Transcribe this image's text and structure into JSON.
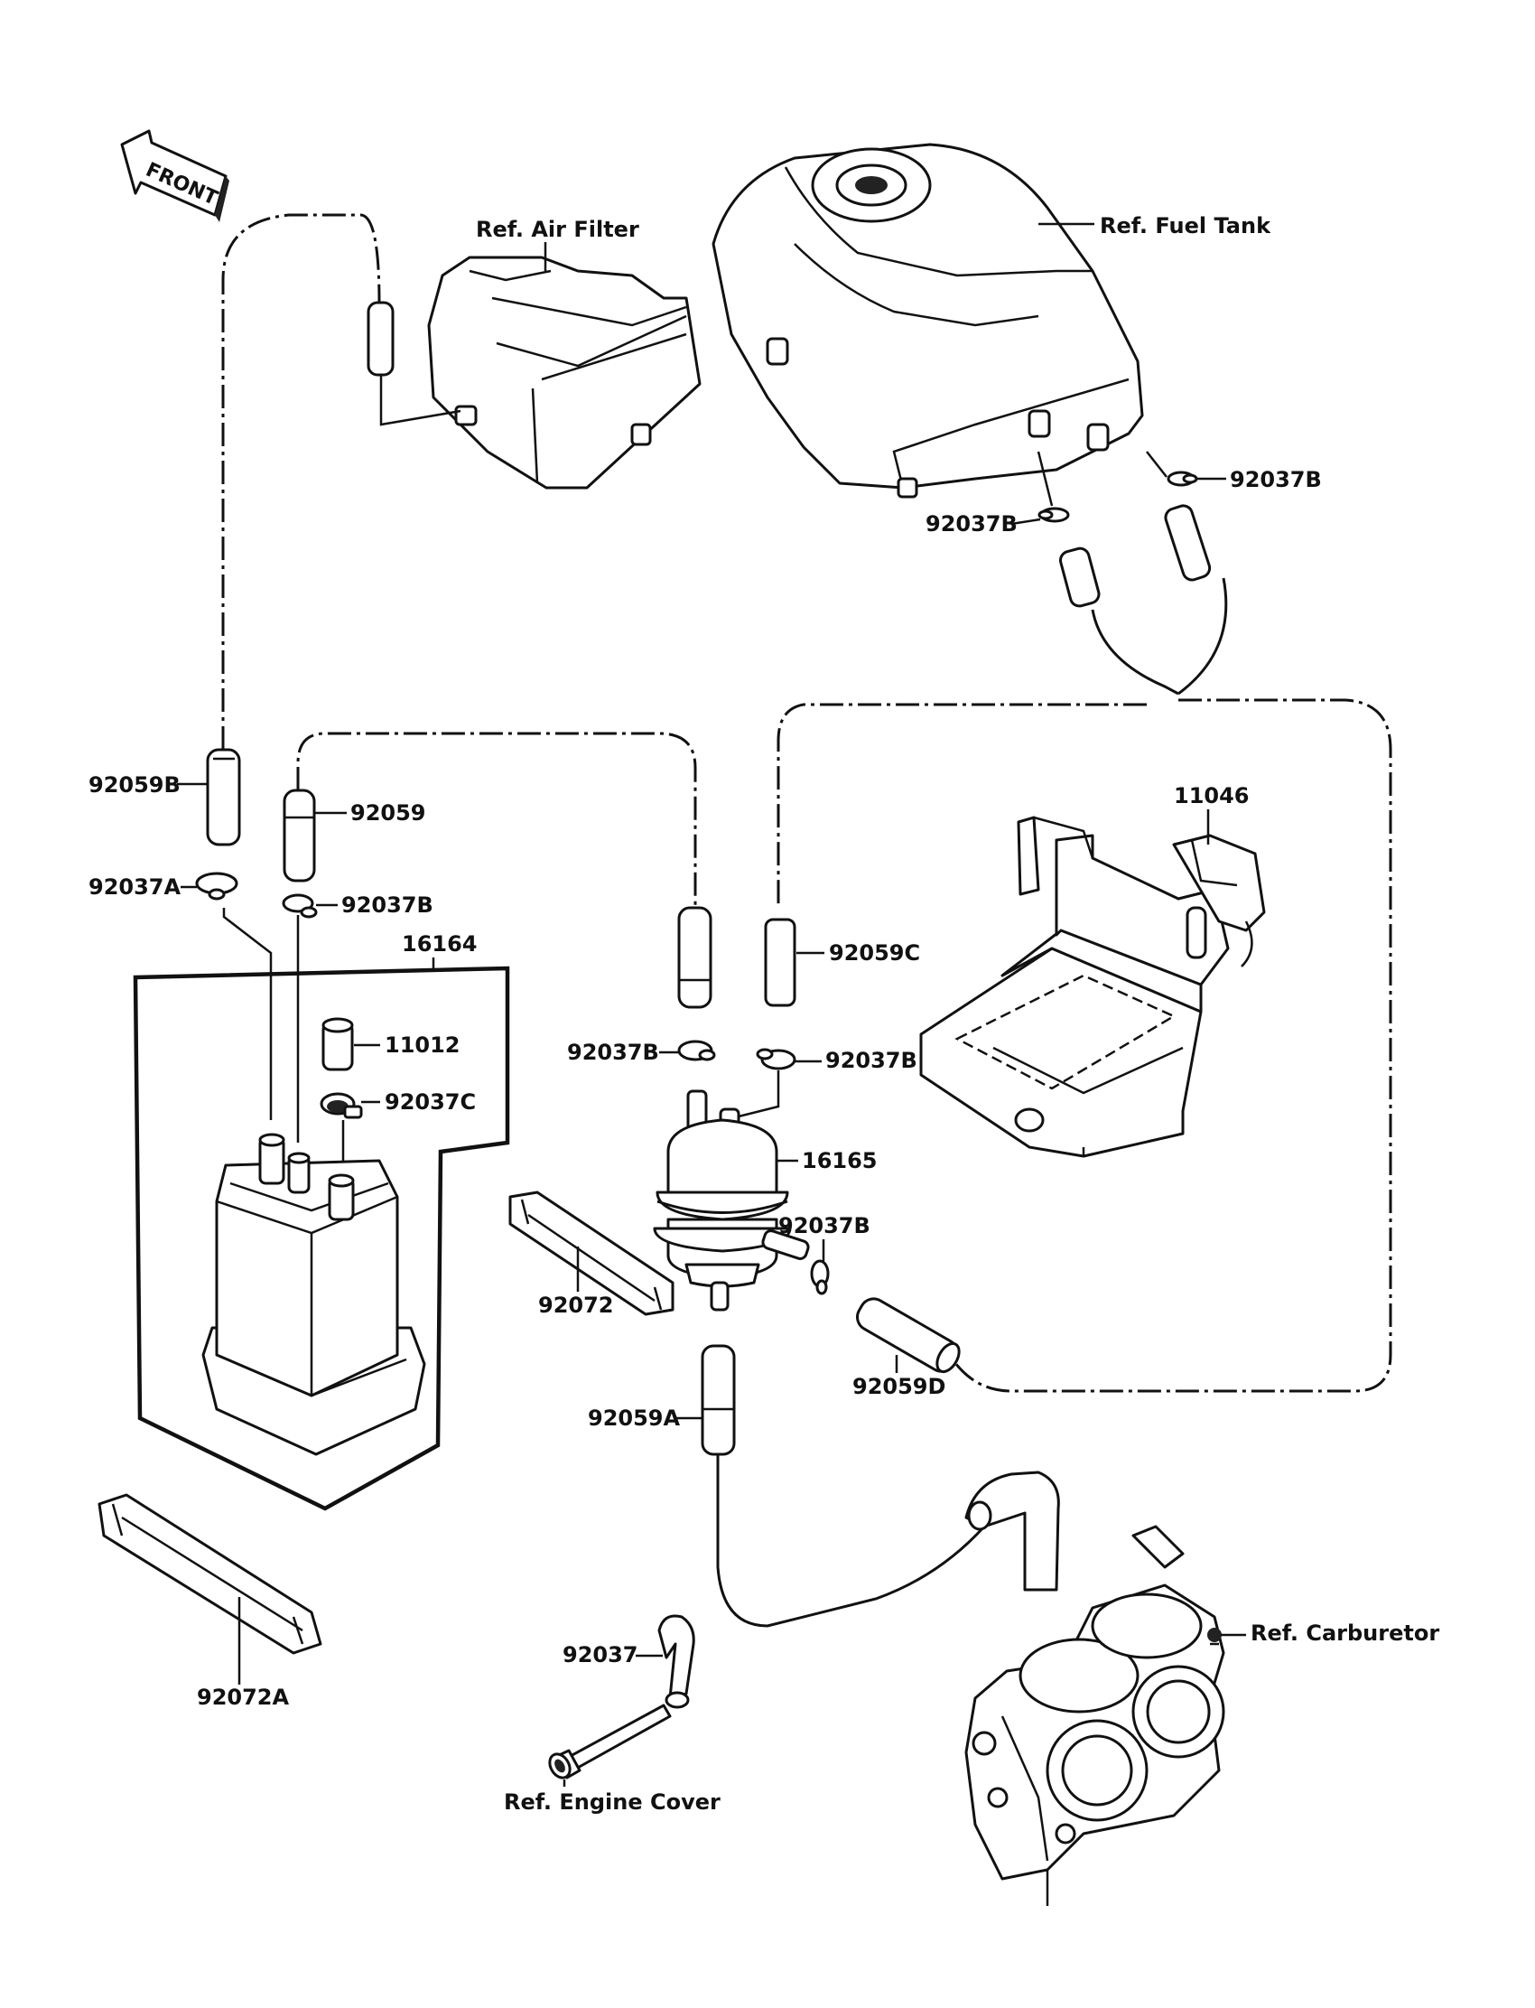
{
  "labels": {
    "front": "FRONT",
    "ref_air_filter": "Ref. Air Filter",
    "ref_fuel_tank": "Ref. Fuel Tank",
    "ref_carburetor": "Ref. Carburetor",
    "ref_engine_cover": "Ref. Engine Cover",
    "p_92037B_tank_right": "92037B",
    "p_92037B_tank_left": "92037B",
    "p_11046": "11046",
    "p_92059B": "92059B",
    "p_92059": "92059",
    "p_92037A": "92037A",
    "p_92037B_canister": "92037B",
    "p_16164": "16164",
    "p_92059C": "92059C",
    "p_11012": "11012",
    "p_92037C": "92037C",
    "p_92037B_filter_left": "92037B",
    "p_92037B_filter_right": "92037B",
    "p_16165": "16165",
    "p_92037B_filter_outlet": "92037B",
    "p_92072": "92072",
    "p_92059D": "92059D",
    "p_92059A": "92059A",
    "p_92072A": "92072A",
    "p_92037": "92037"
  }
}
